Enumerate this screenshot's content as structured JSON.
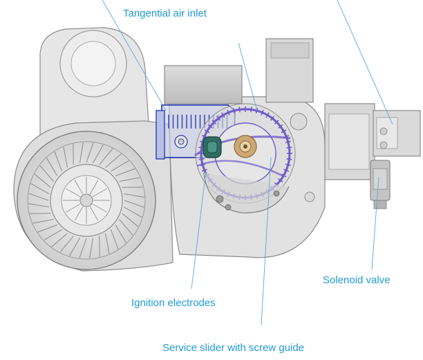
{
  "labels": {
    "tangential_air_inlet": "Tangential air inlet",
    "solenoid_valve": "Solenoid valve",
    "ignition_electrodes": "Ignition electrodes",
    "service_slider": "Service slider with screw guide"
  },
  "colors": {
    "label_text": "#1f9bd6",
    "leader_line": "#5aa9d6",
    "housing_fill": "#e4e4e4",
    "housing_stroke": "#8a8a8a",
    "burner_blue": "#2a3fb0",
    "burner_purple": "#6f5ac8",
    "electrode_green": "#2f6e62",
    "bronze": "#b08a55"
  }
}
